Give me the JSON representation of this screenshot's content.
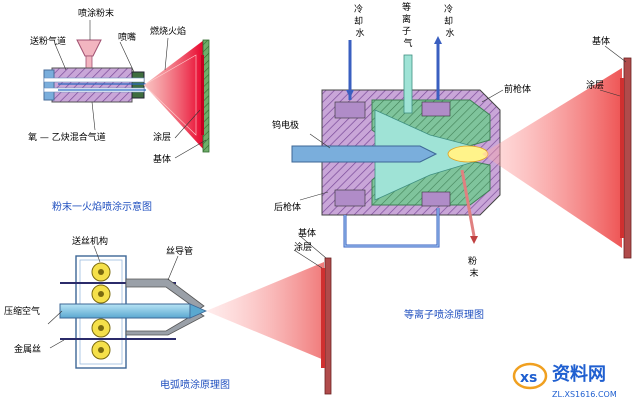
{
  "flame": {
    "caption": "粉末一火焰喷涂示意图",
    "powder": "喷涂粉末",
    "feed_gas": "送粉气道",
    "nozzle": "喷嘴",
    "flame_label": "燃烧火焰",
    "mix_gas": "氧 — 乙炔混合气道",
    "coating": "涂层",
    "substrate": "基体"
  },
  "plasma": {
    "caption": "等离子喷涂原理图",
    "cooling_water_1": [
      "冷",
      "却",
      "水"
    ],
    "plasma_gas": [
      "等",
      "离",
      "子",
      "气"
    ],
    "cooling_water_2": [
      "冷",
      "却",
      "水"
    ],
    "front_gun": "前枪体",
    "tungsten": "钨电极",
    "rear_gun": "后枪体",
    "powder": [
      "粉",
      "末"
    ],
    "coating": "涂层",
    "substrate": "基体"
  },
  "arc": {
    "caption": "电弧喷涂原理图",
    "wire_feed": "送丝机构",
    "wire_guide": "丝导管",
    "compressed_air": "压缩空气",
    "metal_wire": "金属丝",
    "coating": "涂层",
    "substrate": "基体"
  },
  "watermark": {
    "name": "资料网",
    "url": "ZL.XS1616.COM"
  }
}
